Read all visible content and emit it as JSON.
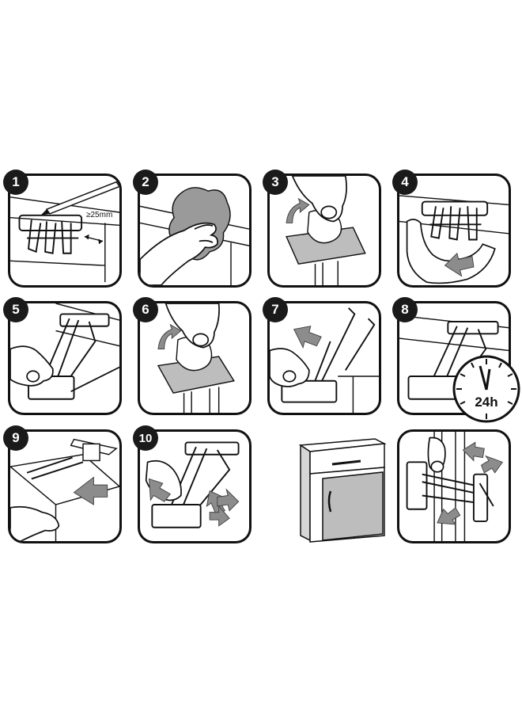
{
  "steps": [
    {
      "number": "1",
      "measurement": "≥25mm"
    },
    {
      "number": "2"
    },
    {
      "number": "3"
    },
    {
      "number": "4"
    },
    {
      "number": "5"
    },
    {
      "number": "6"
    },
    {
      "number": "7"
    },
    {
      "number": "8"
    },
    {
      "number": "9"
    },
    {
      "number": "10"
    }
  ],
  "clock": {
    "label": "24h"
  },
  "colors": {
    "line": "#111111",
    "arrow": "#8c8c8c",
    "panel_gray": "#bdbdbd",
    "badge": "#1a1a1a"
  },
  "icons": [
    "hand-icon",
    "cloth-icon",
    "pencil-icon",
    "lock-icon",
    "arrow-icon",
    "clock-icon",
    "cabinet-icon"
  ]
}
